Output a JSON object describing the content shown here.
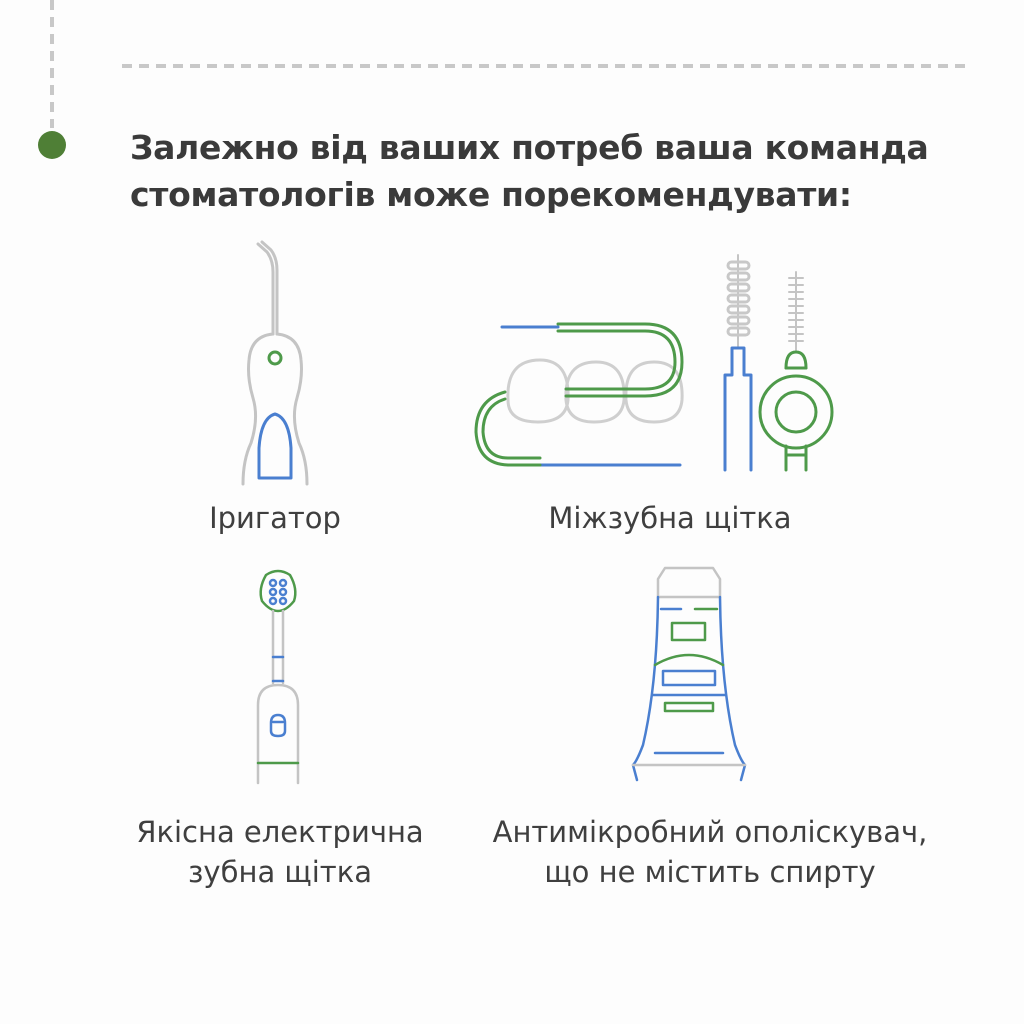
{
  "heading": {
    "line1": "Залежно від ваших потреб ваша команда",
    "line2": "стоматологів може порекомендувати:"
  },
  "items": [
    {
      "label": "Іригатор",
      "icon": "water-flosser-icon"
    },
    {
      "label": "Міжзубна щітка",
      "icon": "interdental-brush-icon"
    },
    {
      "label_line1": "Якісна електрична",
      "label_line2": "зубна щітка",
      "icon": "electric-toothbrush-icon"
    },
    {
      "label_line1": "Антимікробний ополіскувач,",
      "label_line2": "що не містить спирту",
      "icon": "mouthwash-tube-icon"
    }
  ],
  "colors": {
    "green": "#4f7f36",
    "line_green": "#4e9a4a",
    "blue": "#4a7fd0",
    "gray": "#c4c4c4",
    "text": "#3a3a3a"
  }
}
